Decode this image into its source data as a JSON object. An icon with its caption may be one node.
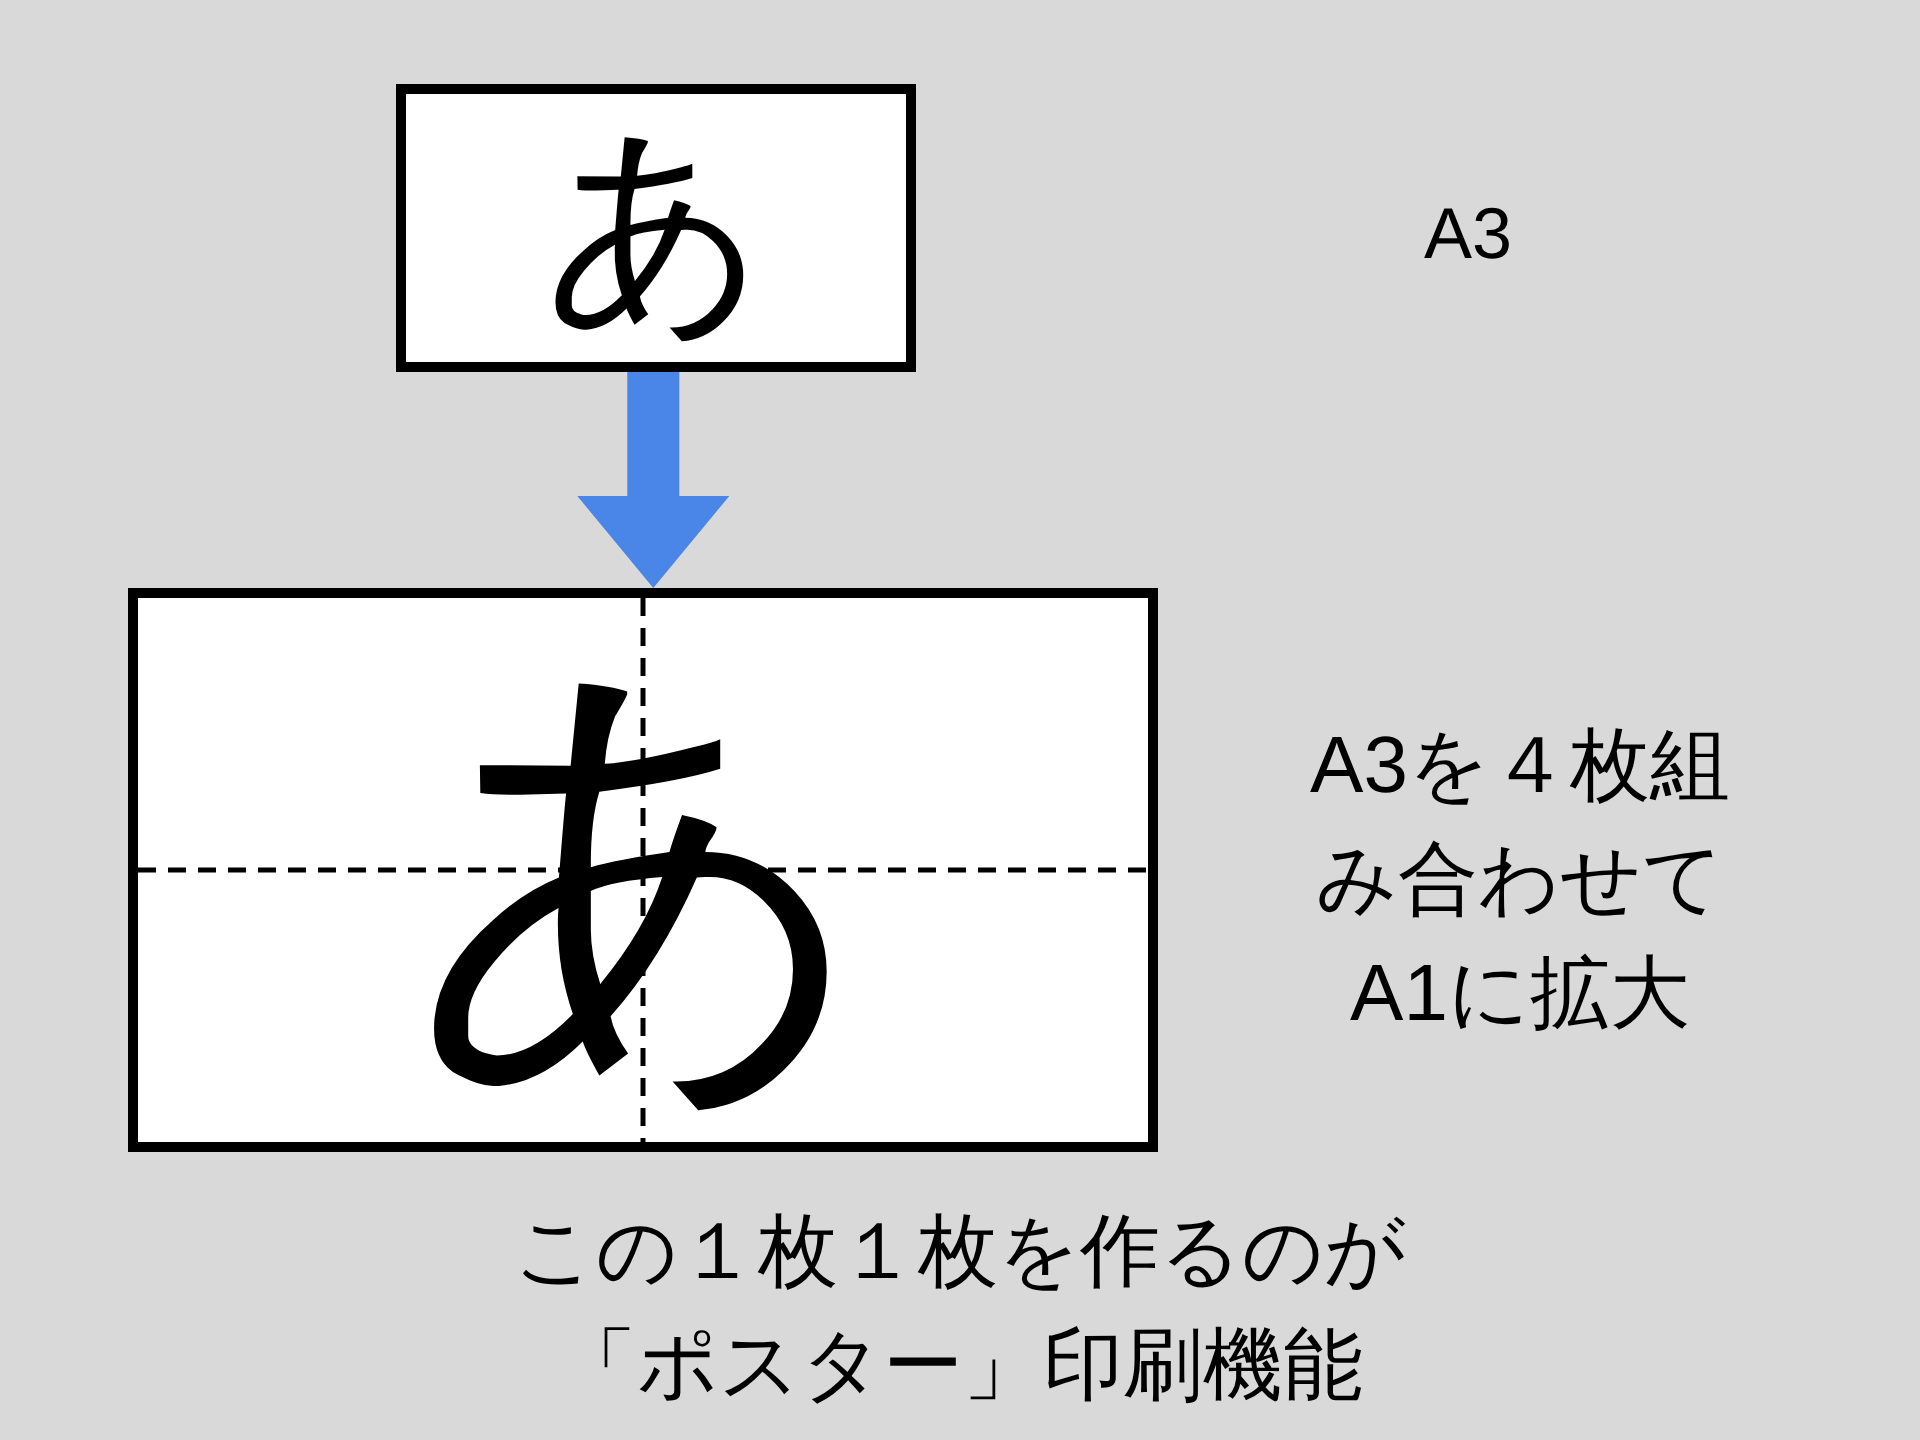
{
  "diagram": {
    "caption": "この１枚１枚を作るのが「ポスター」印刷機能",
    "nodes": [
      {
        "text": [
          "あ"
        ]
      },
      {
        "text": [
          "あ"
        ],
        "beside": [
          "A3を４枚組み合わせてA1に拡大"
        ]
      }
    ],
    "edges": [
      {
        "from": 0,
        "to": 1,
        "arrow": "to",
        "style": "thick",
        "color": "#4a86e8"
      }
    ],
    "labels": [
      "A3"
    ]
  }
}
